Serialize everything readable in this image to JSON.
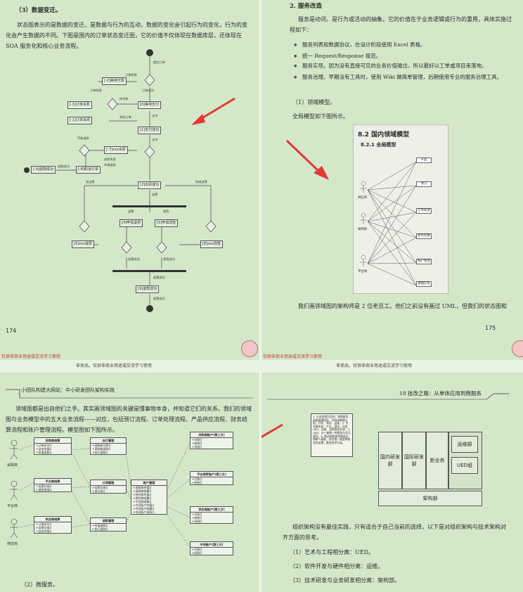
{
  "page1": {
    "heading": "（3）数据变迁。",
    "para": "状态图表示的是数据的变迁，是数据与行为的互动，数据的变化会引起行为的变化，行为的变化会产生数据的不同。下图是国内的订单状态变迁图，它的价值不仅体现在数据库层，还体现在 SOA 服务化和核心业务流程。",
    "page_number": "174",
    "watermark": "仅供非商业用途或交流学习使用",
    "flow": {
      "nodes": [
        "[-2]等待付款",
        "[-3]订单失败",
        "[-1]订单关闭",
        "[0]等待支付",
        "[1]支付成功",
        "[-7]xxx出票",
        "[-8]取消订单",
        "[-9]退款成功",
        "[2]出票成功",
        "[4]申请退票",
        "[5]申请改签",
        "[6]xxx退票",
        "[8]xxx改签",
        "[9]退款成功"
      ],
      "labels": [
        "提交订单",
        "订单失败",
        "订单成功",
        "订单失败",
        "待付款",
        "关闭订单",
        "支付",
        "不能退款",
        "支付",
        "退款成功",
        "退款失败",
        "申请退款",
        "出票",
        "无出票",
        "完成退票",
        "退票",
        "改签",
        "退票成功",
        "改签成功",
        "退票成功",
        "退票成功"
      ]
    }
  },
  "page2": {
    "heading": "2. 服务改造",
    "para": "服务是动词，是行为或活动的抽象。它的价值在于业务逻辑或行为的重用，具体实施过程如下：",
    "bullets": [
      "服务列表和数据协议，在设计阶段使用 Excel 表格。",
      "统一 Request/Response 规范。",
      "服务实现。因为没有直接可见的业务价值输出，所以最好以工单或项目来落地。",
      "服务治理。早期没有工具时，使用 Wiki 做简单管理，后期使用专业的服务治理工具。"
    ],
    "sub_heading": "（1）领域模型。",
    "sub_para": "全局模型如下图所示。",
    "model": {
      "title": "8.2 国内领域模型",
      "subtitle": "8.2.1 全局模型",
      "actors": [
        "供应商",
        "采购商",
        "平台商"
      ],
      "entities": [
        "产品",
        "预订",
        "订单处理",
        "财务结算",
        "账户管理",
        "基础信息"
      ]
    },
    "bottom_para": "我们画领域图的架构师是 2 位老员工。他们之前没有画过 UML，但我们的状态图和",
    "page_number": "175",
    "watermark": "仅供非商业用途或交流学习使用"
  },
  "notice_left": "非卖品，仅供非商业用途或交流学习使用",
  "notice_right": "非卖品，仅供非商业用途或交流学习使用",
  "page3": {
    "header": "小团队构建大网站：中小研发团队架构实践",
    "para": "领域图都是出自他们之手。其实画领域图的关键是懂事物本身，并知道它们的关系。我们的领域图与业务模型中的五大业务流程——对应，包括预订流程、订单处理流程、产品供应流程、财务结算流程和账户管理流程。模型图如下图所示。",
    "actors": [
      "采购商",
      "平台商",
      "供应商"
    ],
    "boxes": [
      {
        "title": "采购商结算",
        "lines": [
          "+订单支付()",
          "+自由充值()",
          "+申请退款()"
        ]
      },
      {
        "title": "平台商结算",
        "lines": [
          "+出票分成()",
          "+退款修改()"
        ]
      },
      {
        "title": "供应商结算",
        "lines": [
          "+订单支付()",
          "+出票分成()",
          "+自由充值()"
        ]
      },
      {
        "title": "支付管理",
        "lines": [
          "+采购商付款()",
          "+采购商退款()",
          "+执行退款()"
        ]
      },
      {
        "title": "分润管理",
        "lines": [
          "+出票分成()",
          "+退分成()"
        ]
      },
      {
        "title": "退款管理",
        "lines": [
          "+申请退款()",
          "+执行退款()"
        ]
      },
      {
        "title": "账户管理",
        "lines": [
          "+采购商充值()",
          "+采购商结算()",
          "+供应商充值()",
          "+供应商结算()",
          "+平台商结算()",
          "+中间账户充值()",
          "+中间账户结算()",
          "+中间账户退款()"
        ]
      },
      {
        "title": "采购商账户(第三方)",
        "lines": [
          "+付款()",
          "+收款()",
          "+冻结()"
        ]
      },
      {
        "title": "平台商家账户(第三方)",
        "lines": [
          "+付款()",
          "+收款()"
        ]
      },
      {
        "title": "供应商账户(第三方)",
        "lines": [
          "+付款()",
          "+收款()",
          "+冻结()"
        ]
      },
      {
        "title": "中间账户(第三方)",
        "lines": [
          "+付款()",
          "+收款()"
        ]
      }
    ],
    "footer": "（2）微服务。"
  },
  "page4": {
    "header": "18 技改之路：从单体应用到微服务",
    "note": "1. 以业务线为导向：按照研发层级组建团队，并形成敏捷小组，开发、测试、运维。2. 专业服务化：产品、测试、开发、UED、运维、运营各自负责。3. UED：分一套统一的视觉与交互规范。4. 推动架构部的服务化和新人赋能，成为统一底层和服务的支撑，推进技术沉淀。",
    "depts": [
      "国内研发部",
      "国际研发部",
      "新业务",
      "运维部",
      "UED组",
      "架构部"
    ],
    "para": "组织架构没有最佳实践，只有适合于自己当前的选择，以下是对组织架构与技术架构对齐方面的思考。",
    "items": [
      "（1）艺术与工程相分离：UED。",
      "（2）软件开发与硬件相分离：运维。",
      "（3）技术研发与业务研发相分离：架构部。"
    ]
  },
  "colors": {
    "arrow": "#e53935",
    "watermark": "#c0392b",
    "paper": "#d3e8c9"
  }
}
